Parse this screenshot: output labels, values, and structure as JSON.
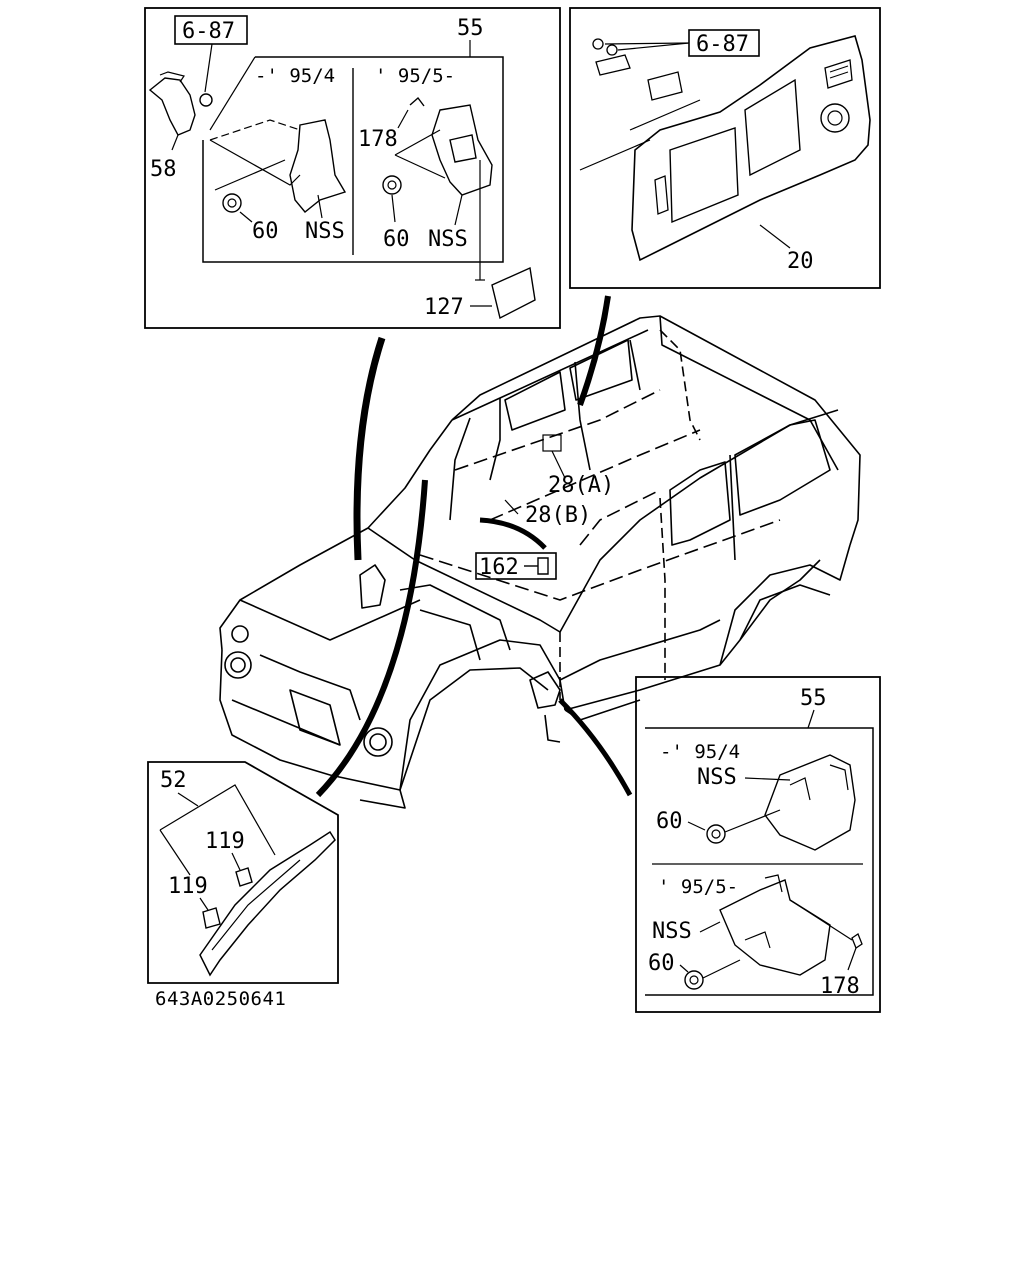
{
  "diagram": {
    "drawing_code": "643A0250641",
    "panels": {
      "top_left": {
        "callout": "55",
        "ref_box": "6-87",
        "part_58": "58",
        "period_early": "-' 95/4",
        "period_late": "' 95/5-",
        "part_178": "178",
        "part_60_a": "60",
        "part_60_b": "60",
        "nss_a": "NSS",
        "nss_b": "NSS",
        "part_127": "127"
      },
      "top_right": {
        "ref_box": "6-87",
        "part_20": "20"
      },
      "center": {
        "part_28a": "28(A)",
        "part_28b": "28(B)",
        "ref_box": "162"
      },
      "bottom_left": {
        "callout": "52",
        "part_119_a": "119",
        "part_119_b": "119"
      },
      "bottom_right": {
        "callout": "55",
        "period_early": "-' 95/4",
        "nss_a": "NSS",
        "part_60_a": "60",
        "period_late": "' 95/5-",
        "nss_b": "NSS",
        "part_60_b": "60",
        "part_178": "178"
      }
    }
  }
}
